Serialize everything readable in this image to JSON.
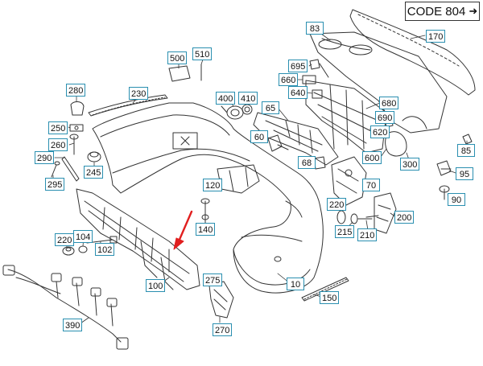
{
  "header": {
    "code_label": "CODE 804",
    "arrow_glyph": "➜"
  },
  "colors": {
    "callout_border": "#2a8fb0",
    "line": "#333333",
    "pointer_arrow": "#e11f1f"
  },
  "callouts": [
    {
      "id": "83",
      "label": "83"
    },
    {
      "id": "170",
      "label": "170"
    },
    {
      "id": "500",
      "label": "500"
    },
    {
      "id": "510",
      "label": "510"
    },
    {
      "id": "695",
      "label": "695"
    },
    {
      "id": "660",
      "label": "660"
    },
    {
      "id": "640",
      "label": "640"
    },
    {
      "id": "280",
      "label": "280"
    },
    {
      "id": "230",
      "label": "230"
    },
    {
      "id": "400",
      "label": "400"
    },
    {
      "id": "410",
      "label": "410"
    },
    {
      "id": "65",
      "label": "65"
    },
    {
      "id": "680",
      "label": "680"
    },
    {
      "id": "690",
      "label": "690"
    },
    {
      "id": "620",
      "label": "620"
    },
    {
      "id": "250",
      "label": "250"
    },
    {
      "id": "60",
      "label": "60"
    },
    {
      "id": "85",
      "label": "85"
    },
    {
      "id": "260",
      "label": "260"
    },
    {
      "id": "290",
      "label": "290"
    },
    {
      "id": "245",
      "label": "245"
    },
    {
      "id": "600",
      "label": "600"
    },
    {
      "id": "300",
      "label": "300"
    },
    {
      "id": "68",
      "label": "68"
    },
    {
      "id": "95",
      "label": "95"
    },
    {
      "id": "295",
      "label": "295"
    },
    {
      "id": "120",
      "label": "120"
    },
    {
      "id": "70",
      "label": "70"
    },
    {
      "id": "90",
      "label": "90"
    },
    {
      "id": "220a",
      "label": "220"
    },
    {
      "id": "200",
      "label": "200"
    },
    {
      "id": "215",
      "label": "215"
    },
    {
      "id": "210",
      "label": "210"
    },
    {
      "id": "140",
      "label": "140"
    },
    {
      "id": "220b",
      "label": "220"
    },
    {
      "id": "104",
      "label": "104"
    },
    {
      "id": "102",
      "label": "102"
    },
    {
      "id": "275",
      "label": "275"
    },
    {
      "id": "100",
      "label": "100"
    },
    {
      "id": "10",
      "label": "10"
    },
    {
      "id": "150",
      "label": "150"
    },
    {
      "id": "390",
      "label": "390"
    },
    {
      "id": "270",
      "label": "270"
    }
  ]
}
